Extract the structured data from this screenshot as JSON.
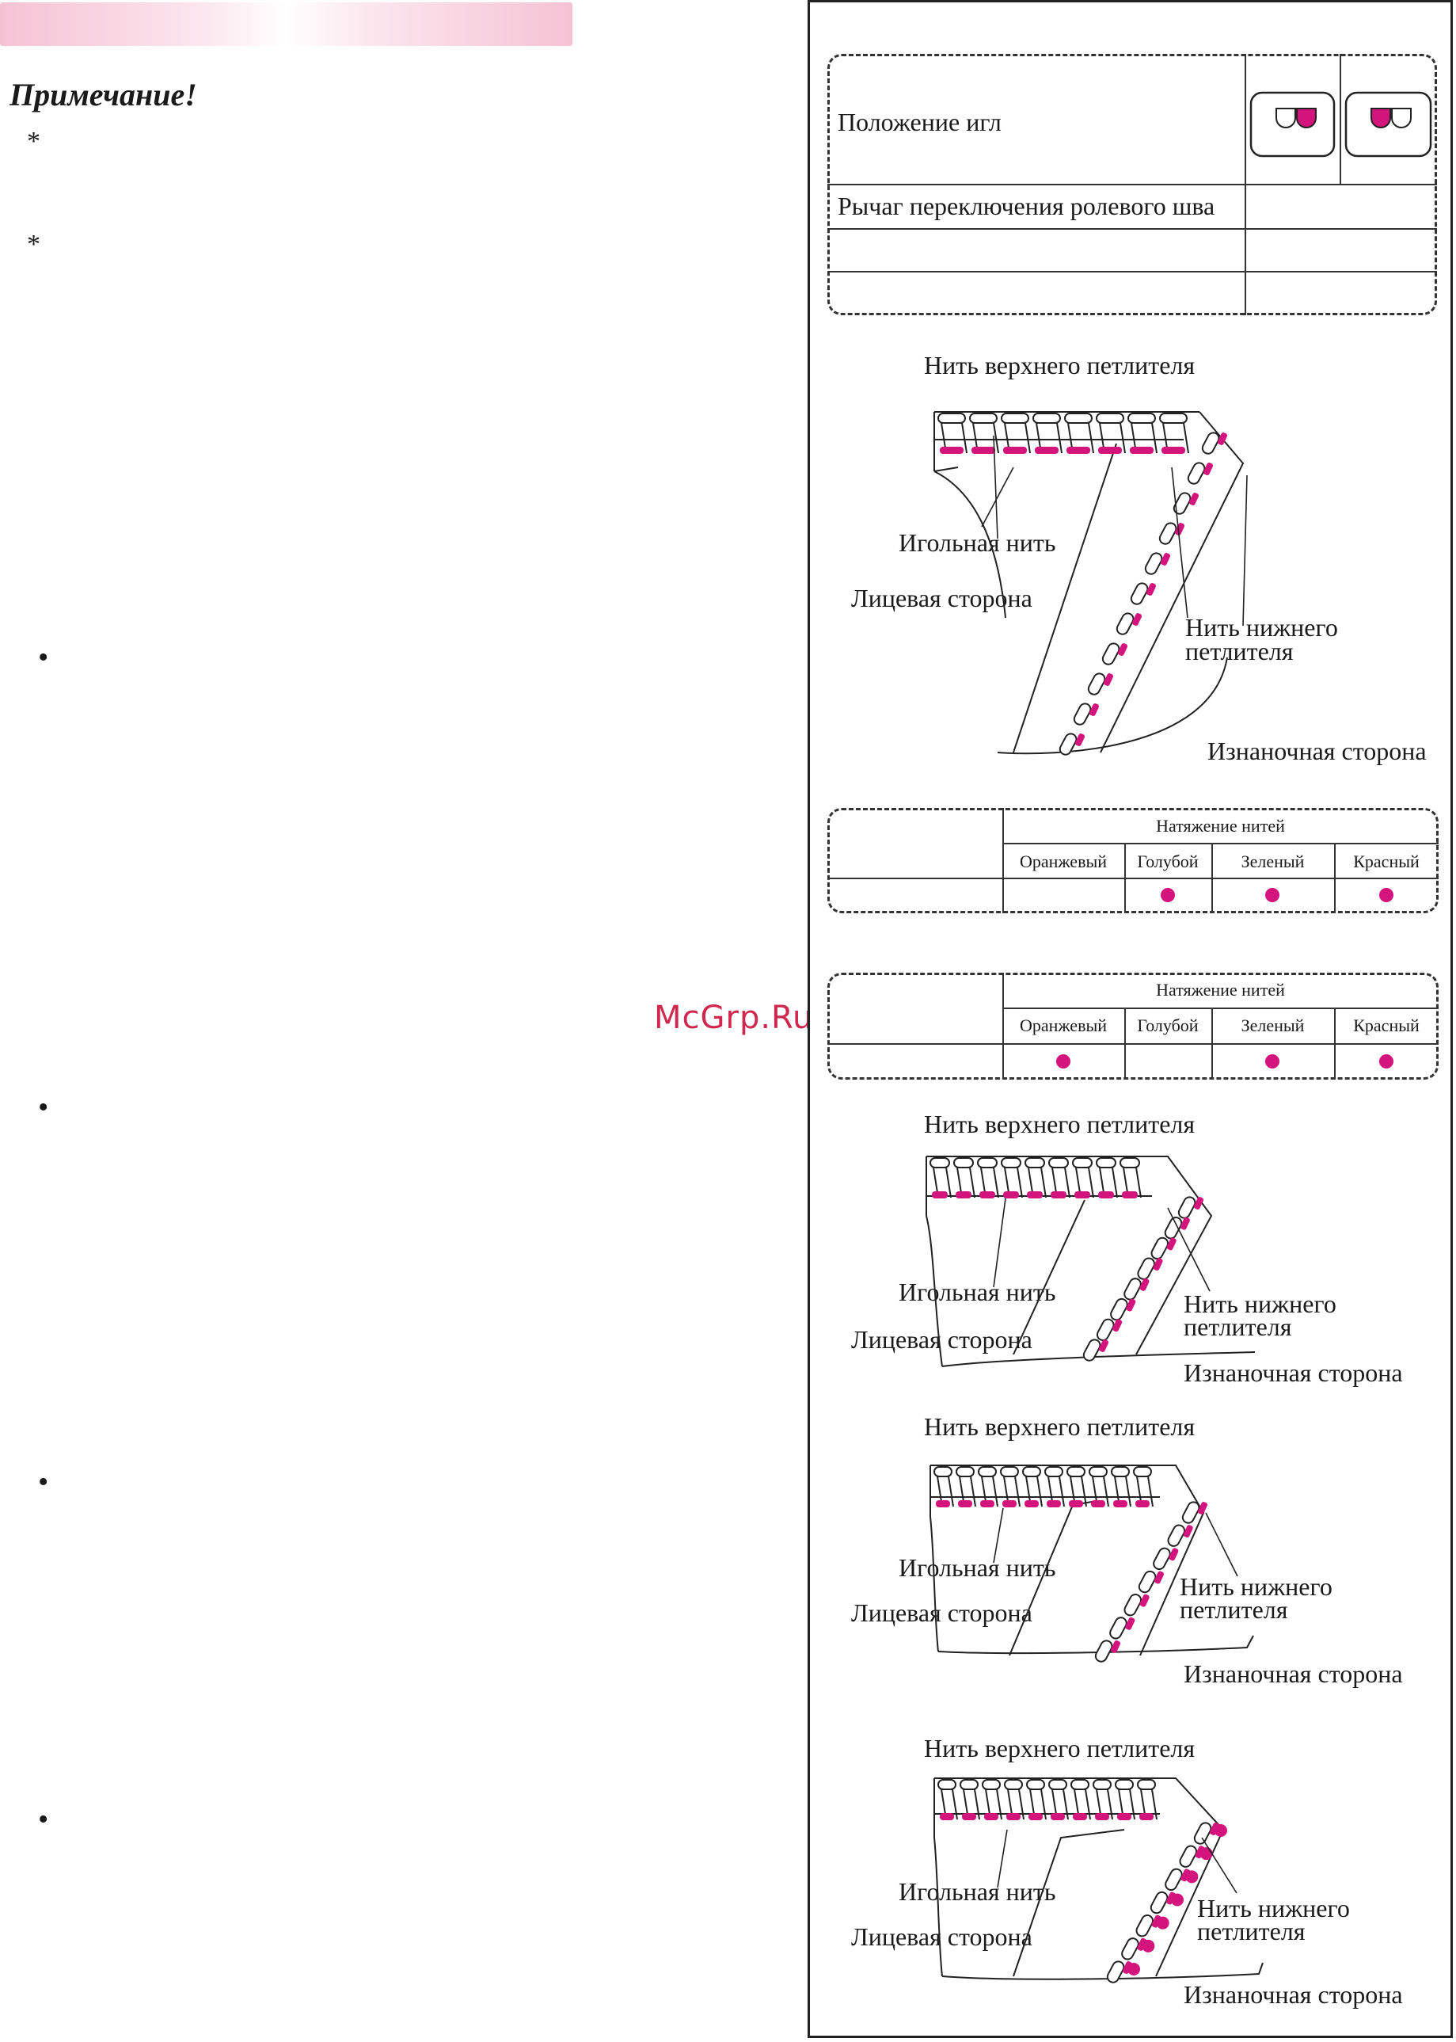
{
  "note": {
    "title": "Примечание!",
    "asterisk": "*"
  },
  "bullet": "•",
  "watermark": "McGrp.Ru",
  "needle_table": {
    "row1_label": "Положение игл",
    "row2_label": "Рычаг переключения ролевого шва"
  },
  "labels": {
    "upper_looper": "Нить верхнего петлителя",
    "needle_thread": "Игольная нить",
    "front_side": "Лицевая сторона",
    "lower_looper_1": "Нить нижнего",
    "lower_looper_2": "петлителя",
    "back_side": "Изнаночная сторона"
  },
  "tension_header": "Натяжение нитей",
  "tension_columns": [
    "Оранжевый",
    "Голубой",
    "Зеленый",
    "Красный"
  ],
  "tension_table_1": [
    false,
    true,
    true,
    true
  ],
  "tension_table_2": [
    true,
    false,
    true,
    true
  ],
  "colors": {
    "accent": "#d4147d",
    "header_pink": "#f5c2d4"
  }
}
